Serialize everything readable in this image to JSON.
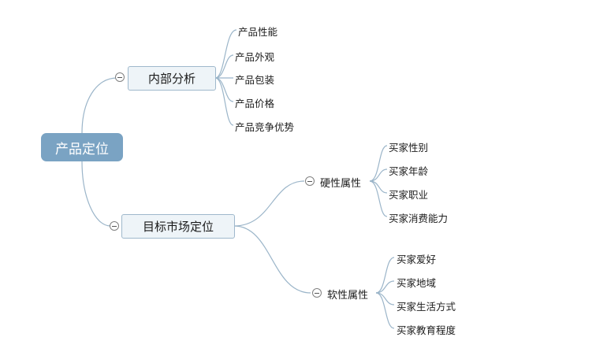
{
  "root": {
    "label": "产品定位"
  },
  "branches": [
    {
      "label": "内部分析",
      "children": [
        "产品性能",
        "产品外观",
        "产品包装",
        "产品价格",
        "产品竞争优势"
      ]
    },
    {
      "label": "目标市场定位",
      "groups": [
        {
          "label": "硬性属性",
          "children": [
            "买家性别",
            "买家年龄",
            "买家职业",
            "买家消费能力"
          ]
        },
        {
          "label": "软性属性",
          "children": [
            "买家爱好",
            "买家地域",
            "买家生活方式",
            "买家教育程度"
          ]
        }
      ]
    }
  ],
  "colors": {
    "root_fill": "#7aa3c3",
    "branch_fill": "#eef4f8",
    "connector": "#9bb5c9"
  },
  "icons": {
    "collapse": "minus-circle-icon"
  }
}
